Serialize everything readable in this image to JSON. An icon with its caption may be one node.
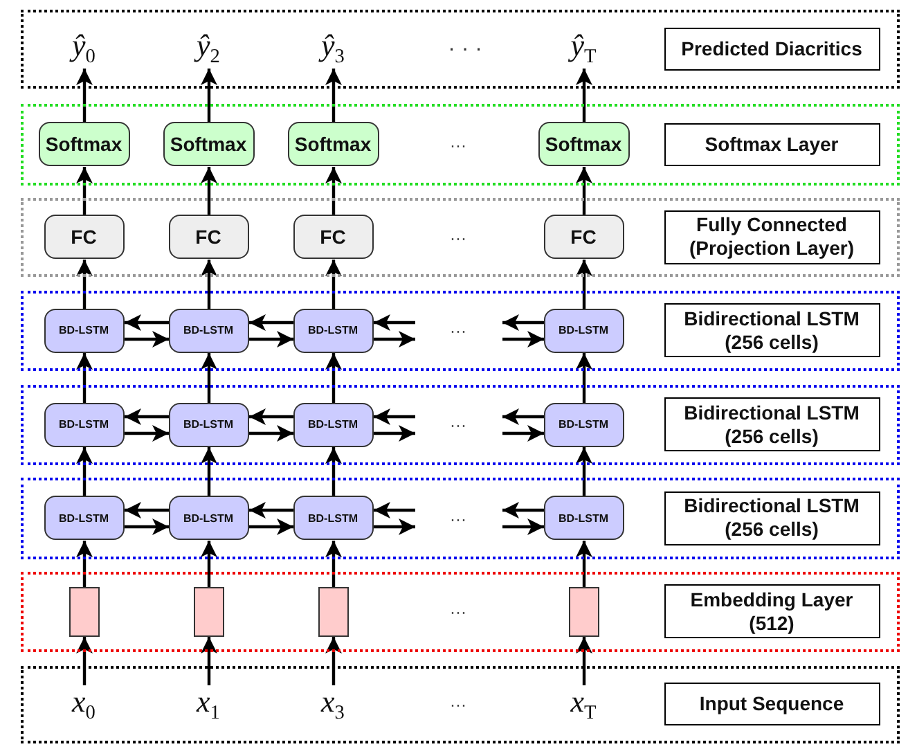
{
  "diagram": {
    "nodes": [
      {
        "text": [],
        "shape": "box"
      },
      {
        "text": [
          "*ŷ*$_{0}$"
        ],
        "in": 0
      },
      {
        "text": [
          "*ŷ*$_{2}$"
        ],
        "in": 0
      },
      {
        "text": [
          "*ŷ*$_{3}$"
        ],
        "in": 0
      },
      {
        "text": [
          "*ŷ*$_{T}$"
        ],
        "in": 0
      },
      {
        "text": [
          "Predicted Diacritics"
        ],
        "in": 0
      },
      {
        "text": [],
        "shape": "box"
      },
      {
        "text": [
          "Softmax"
        ],
        "in": 6
      },
      {
        "text": [
          "Softmax"
        ],
        "in": 6
      },
      {
        "text": [
          "Softmax"
        ],
        "in": 6
      },
      {
        "text": [
          "Softmax"
        ],
        "in": 6
      },
      {
        "text": [
          "Softmax Layer"
        ],
        "in": 6
      },
      {
        "text": [],
        "shape": "box"
      },
      {
        "text": [
          "FC"
        ],
        "in": 12
      },
      {
        "text": [
          "FC"
        ],
        "in": 12
      },
      {
        "text": [
          "FC"
        ],
        "in": 12
      },
      {
        "text": [
          "FC"
        ],
        "in": 12
      },
      {
        "text": [
          "Fully Connected (Projection Layer)"
        ],
        "in": 12
      },
      {
        "text": [],
        "shape": "box"
      },
      {
        "text": [
          "BD-LSTM"
        ],
        "in": 18
      },
      {
        "text": [
          "BD-LSTM"
        ],
        "in": 18
      },
      {
        "text": [
          "BD-LSTM"
        ],
        "in": 18
      },
      {
        "text": [
          "BD-LSTM"
        ],
        "in": 18
      },
      {
        "text": [
          "Bidirectional LSTM (256 cells)"
        ],
        "in": 18
      },
      {
        "text": [],
        "shape": "box"
      },
      {
        "text": [
          "BD-LSTM"
        ],
        "in": 24
      },
      {
        "text": [
          "BD-LSTM"
        ],
        "in": 24
      },
      {
        "text": [
          "BD-LSTM"
        ],
        "in": 24
      },
      {
        "text": [
          "BD-LSTM"
        ],
        "in": 24
      },
      {
        "text": [
          "Bidirectional LSTM (256 cells)"
        ],
        "in": 24
      },
      {
        "text": [],
        "shape": "box"
      },
      {
        "text": [
          "BD-LSTM"
        ],
        "in": 30
      },
      {
        "text": [
          "BD-LSTM"
        ],
        "in": 30
      },
      {
        "text": [
          "BD-LSTM"
        ],
        "in": 30
      },
      {
        "text": [
          "BD-LSTM"
        ],
        "in": 30
      },
      {
        "text": [
          "Bidirectional LSTM (256 cells)"
        ],
        "in": 30
      },
      {
        "text": [],
        "shape": "box"
      },
      {
        "text": [],
        "shape": "box",
        "in": 36
      },
      {
        "text": [],
        "shape": "box",
        "in": 36
      },
      {
        "text": [],
        "shape": "box",
        "in": 36
      },
      {
        "text": [],
        "shape": "box",
        "in": 36
      },
      {
        "text": [
          "Embedding Layer (512)"
        ],
        "in": 36
      },
      {
        "text": [],
        "shape": "box"
      },
      {
        "text": [
          "*x*$_{0}$"
        ],
        "in": 42
      },
      {
        "text": [
          "*x*$_{1}$"
        ],
        "in": 42
      },
      {
        "text": [
          "*x*$_{3}$"
        ],
        "in": 42
      },
      {
        "text": [
          "*x*$_{T}$"
        ],
        "in": 42
      },
      {
        "text": [
          "Input Sequence"
        ],
        "in": 42
      }
    ],
    "edges": [
      {
        "from": 43,
        "to": 37,
        "arrow": "to"
      },
      {
        "from": 44,
        "to": 38,
        "arrow": "to"
      },
      {
        "from": 45,
        "to": 39,
        "arrow": "to"
      },
      {
        "from": 46,
        "to": 40,
        "arrow": "to"
      },
      {
        "from": 37,
        "to": 31,
        "arrow": "to"
      },
      {
        "from": 38,
        "to": 32,
        "arrow": "to"
      },
      {
        "from": 39,
        "to": 33,
        "arrow": "to"
      },
      {
        "from": 40,
        "to": 34,
        "arrow": "to"
      },
      {
        "from": 31,
        "to": 25,
        "arrow": "to"
      },
      {
        "from": 32,
        "to": 26,
        "arrow": "to"
      },
      {
        "from": 33,
        "to": 27,
        "arrow": "to"
      },
      {
        "from": 34,
        "to": 28,
        "arrow": "to"
      },
      {
        "from": 25,
        "to": 19,
        "arrow": "to"
      },
      {
        "from": 26,
        "to": 20,
        "arrow": "to"
      },
      {
        "from": 27,
        "to": 21,
        "arrow": "to"
      },
      {
        "from": 28,
        "to": 22,
        "arrow": "to"
      },
      {
        "from": 19,
        "to": 13,
        "arrow": "to"
      },
      {
        "from": 20,
        "to": 14,
        "arrow": "to"
      },
      {
        "from": 21,
        "to": 15,
        "arrow": "to"
      },
      {
        "from": 22,
        "to": 16,
        "arrow": "to"
      },
      {
        "from": 13,
        "to": 7,
        "arrow": "to"
      },
      {
        "from": 14,
        "to": 8,
        "arrow": "to"
      },
      {
        "from": 15,
        "to": 9,
        "arrow": "to"
      },
      {
        "from": 16,
        "to": 10,
        "arrow": "to"
      },
      {
        "from": 7,
        "to": 1,
        "arrow": "to"
      },
      {
        "from": 8,
        "to": 2,
        "arrow": "to"
      },
      {
        "from": 9,
        "to": 3,
        "arrow": "to"
      },
      {
        "from": 10,
        "to": 4,
        "arrow": "to"
      },
      {
        "from": 32,
        "to": 31,
        "arrow": "to"
      },
      {
        "from": 31,
        "to": 32,
        "arrow": "to"
      },
      {
        "from": 33,
        "to": 32,
        "arrow": "to"
      },
      {
        "from": 32,
        "to": 33,
        "arrow": "to"
      },
      {
        "from": null,
        "to": 33,
        "arrow": "to"
      },
      {
        "from": 33,
        "to": null,
        "arrow": "to"
      },
      {
        "from": 34,
        "to": null,
        "arrow": "to"
      },
      {
        "from": null,
        "to": 34,
        "arrow": "to"
      },
      {
        "from": 26,
        "to": 25,
        "arrow": "to"
      },
      {
        "from": 25,
        "to": 26,
        "arrow": "to"
      },
      {
        "from": 27,
        "to": 26,
        "arrow": "to"
      },
      {
        "from": 26,
        "to": 27,
        "arrow": "to"
      },
      {
        "from": null,
        "to": 27,
        "arrow": "to"
      },
      {
        "from": 27,
        "to": null,
        "arrow": "to"
      },
      {
        "from": 28,
        "to": null,
        "arrow": "to"
      },
      {
        "from": null,
        "to": 28,
        "arrow": "to"
      },
      {
        "from": 20,
        "to": 19,
        "arrow": "to"
      },
      {
        "from": 19,
        "to": 20,
        "arrow": "to"
      },
      {
        "from": 21,
        "to": 20,
        "arrow": "to"
      },
      {
        "from": 20,
        "to": 21,
        "arrow": "to"
      },
      {
        "from": null,
        "to": 21,
        "arrow": "to"
      },
      {
        "from": 21,
        "to": null,
        "arrow": "to"
      },
      {
        "from": 22,
        "to": null,
        "arrow": "to"
      },
      {
        "from": null,
        "to": 22,
        "arrow": "to"
      }
    ],
    "labels": [
      "· · ·",
      "···",
      "···",
      "···",
      "···",
      "···",
      "···",
      "···"
    ]
  }
}
